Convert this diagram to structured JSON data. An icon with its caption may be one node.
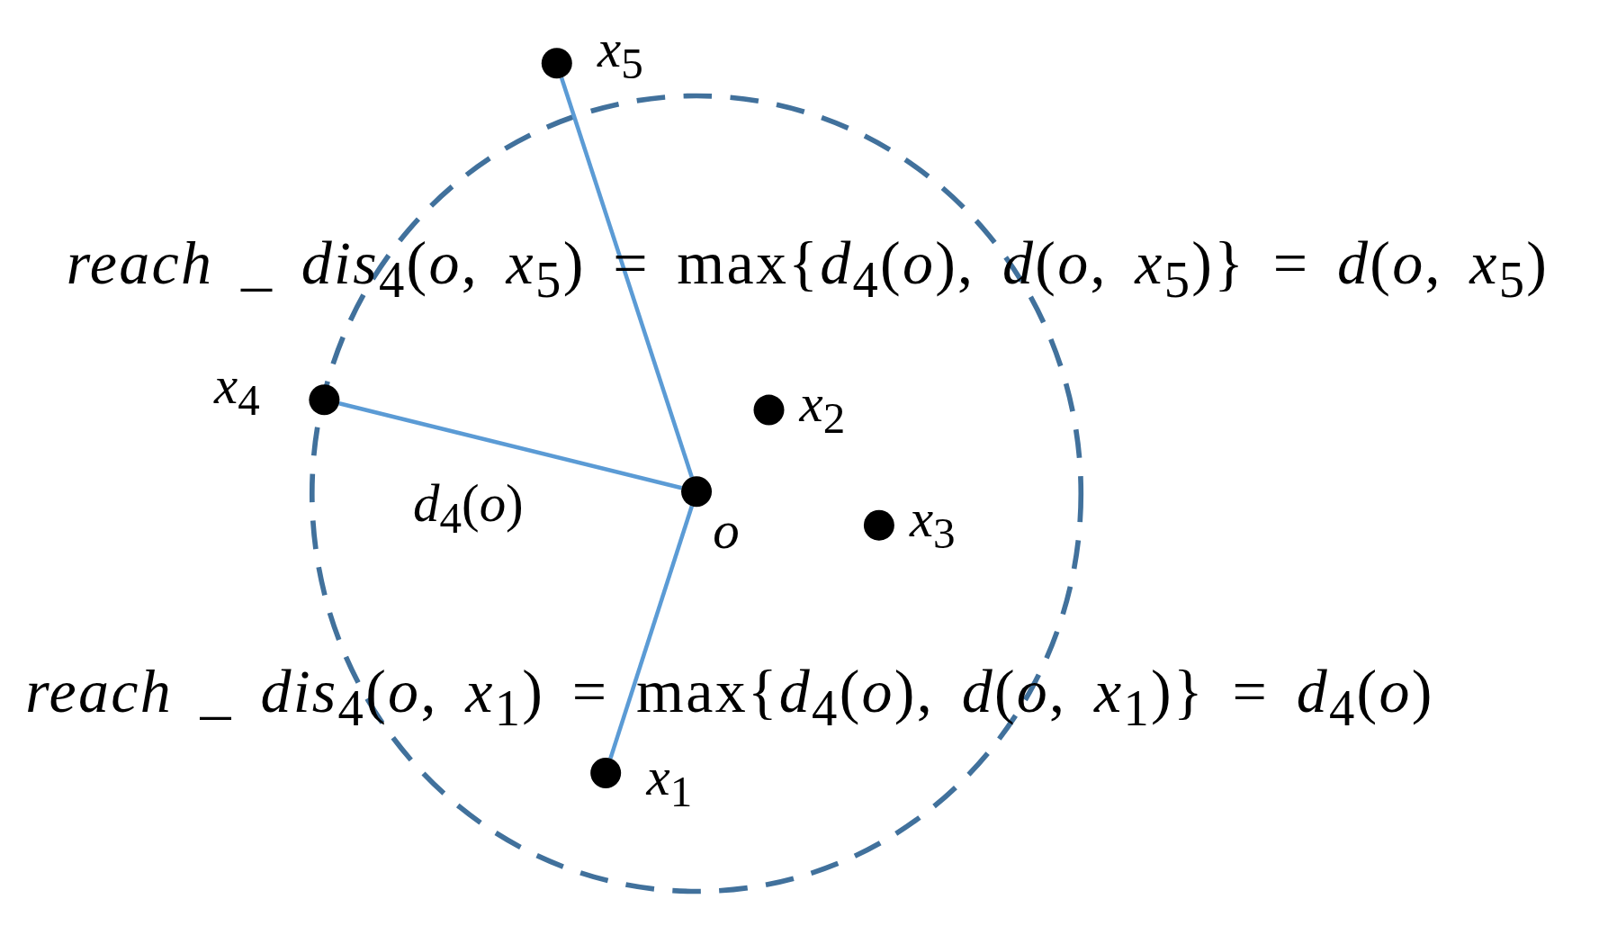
{
  "diagram": {
    "nodes": [
      {
        "text": [],
        "shape": "circle",
        "beside": [
          "*x*$_{5}$"
        ]
      },
      {
        "text": [],
        "shape": "circle",
        "beside": [
          "*x*$_{4}$"
        ]
      },
      {
        "text": [],
        "shape": "circle",
        "beside": [
          "*x*$_{2}$"
        ]
      },
      {
        "text": [],
        "shape": "circle",
        "beside": [
          "*o*"
        ]
      },
      {
        "text": [],
        "shape": "circle",
        "beside": [
          "*x*$_{3}$"
        ]
      },
      {
        "text": [],
        "shape": "circle",
        "beside": [
          "*x*$_{1}$"
        ]
      }
    ],
    "edges": [
      {
        "from": 3,
        "to": 0,
        "arrow": "none"
      },
      {
        "from": 3,
        "to": 1,
        "arrow": "none",
        "label": "*d*$_{4}$(*o*)"
      },
      {
        "from": 3,
        "to": 5,
        "arrow": "none"
      }
    ],
    "labels": [
      "*reach* _ *dis*$_{4}$(*o*, *x*$_{5}$) = max{*d*$_{4}$(*o*), *d*(*o*, *x*$_{5}$)} = *d*(*o*, *x*$_{5}$)",
      "*reach* _ *dis*$_{4}$(*o*, *x*$_{1}$) = max{*d*$_{4}$(*o*), *d*(*o*, *x*$_{1}$)} = *d*$_{4}$(*o*)"
    ]
  }
}
